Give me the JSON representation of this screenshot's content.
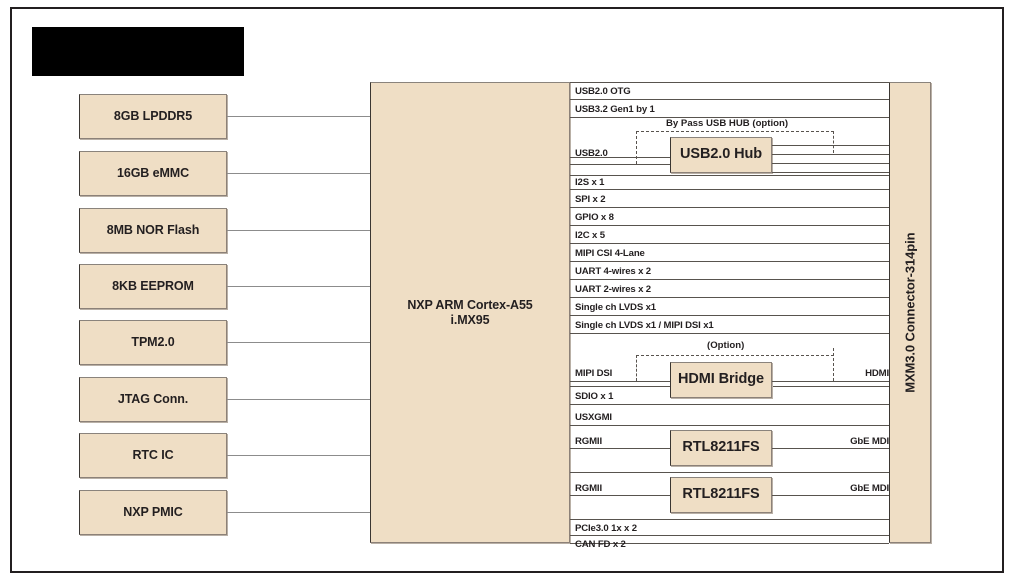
{
  "diagram": {
    "title_redacted": true,
    "soc": {
      "line1": "NXP ARM Cortex-A55",
      "line2": "i.MX95"
    },
    "connector": {
      "label": "MXM3.0 Connector-314pin"
    },
    "left_blocks": [
      {
        "label": "8GB LPDDR5"
      },
      {
        "label": "16GB eMMC"
      },
      {
        "label": "8MB NOR Flash"
      },
      {
        "label": "8KB EEPROM"
      },
      {
        "label": "TPM2.0"
      },
      {
        "label": "JTAG Conn."
      },
      {
        "label": "RTC IC"
      },
      {
        "label": "NXP PMIC"
      }
    ],
    "interfaces": [
      {
        "label": "USB2.0 OTG"
      },
      {
        "label": "USB3.2 Gen1 by 1"
      },
      {
        "label": "USB2.0"
      },
      {
        "label": "I2S x 1"
      },
      {
        "label": "SPI x 2"
      },
      {
        "label": "GPIO x 8"
      },
      {
        "label": "I2C x 5"
      },
      {
        "label": "MIPI CSI 4-Lane"
      },
      {
        "label": "UART 4-wires x 2"
      },
      {
        "label": "UART 2-wires x 2"
      },
      {
        "label": "Single ch LVDS x1"
      },
      {
        "label": "Single ch LVDS x1 / MIPI DSI x1"
      },
      {
        "label": "MIPI DSI"
      },
      {
        "label": "SDIO x 1"
      },
      {
        "label": "USXGMI"
      },
      {
        "label": "RGMII"
      },
      {
        "label": "RGMII"
      },
      {
        "label": "PCIe3.0 1x  x 2"
      },
      {
        "label": "CAN FD x 2"
      }
    ],
    "inline_chips": [
      {
        "label": "USB2.0 Hub"
      },
      {
        "label": "HDMI Bridge"
      },
      {
        "label": "RTL8211FS"
      },
      {
        "label": "RTL8211FS"
      }
    ],
    "annotations": [
      {
        "label": "By Pass USB HUB (option)"
      },
      {
        "label": "(Option)"
      }
    ],
    "right_labels": [
      {
        "label": "HDMI"
      },
      {
        "label": "GbE MDI"
      },
      {
        "label": "GbE MDI"
      }
    ],
    "colors": {
      "block_fill": "#efdec5",
      "block_border": "#8c8178",
      "line": "#58534e",
      "text": "#231f20",
      "frame": "#231f20"
    }
  }
}
